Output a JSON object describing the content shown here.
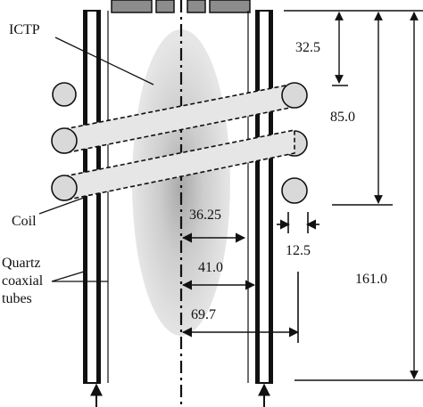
{
  "labels": {
    "ictp": "ICTP",
    "coil": "Coil",
    "quartz_line1": "Quartz",
    "quartz_line2": "coaxial",
    "quartz_line3": "tubes"
  },
  "dimensions": {
    "d_32_5": "32.5",
    "d_85_0": "85.0",
    "d_161_0": "161.0",
    "d_36_25": "36.25",
    "d_41_0": "41.0",
    "d_69_7": "69.7",
    "d_12_5": "12.5"
  },
  "colors": {
    "line": "#111111",
    "tube_fill": "#ffffff",
    "coil_fill": "#d9d9d9",
    "plasma": "#cfcfcf",
    "cap": "#8c8c8c"
  }
}
